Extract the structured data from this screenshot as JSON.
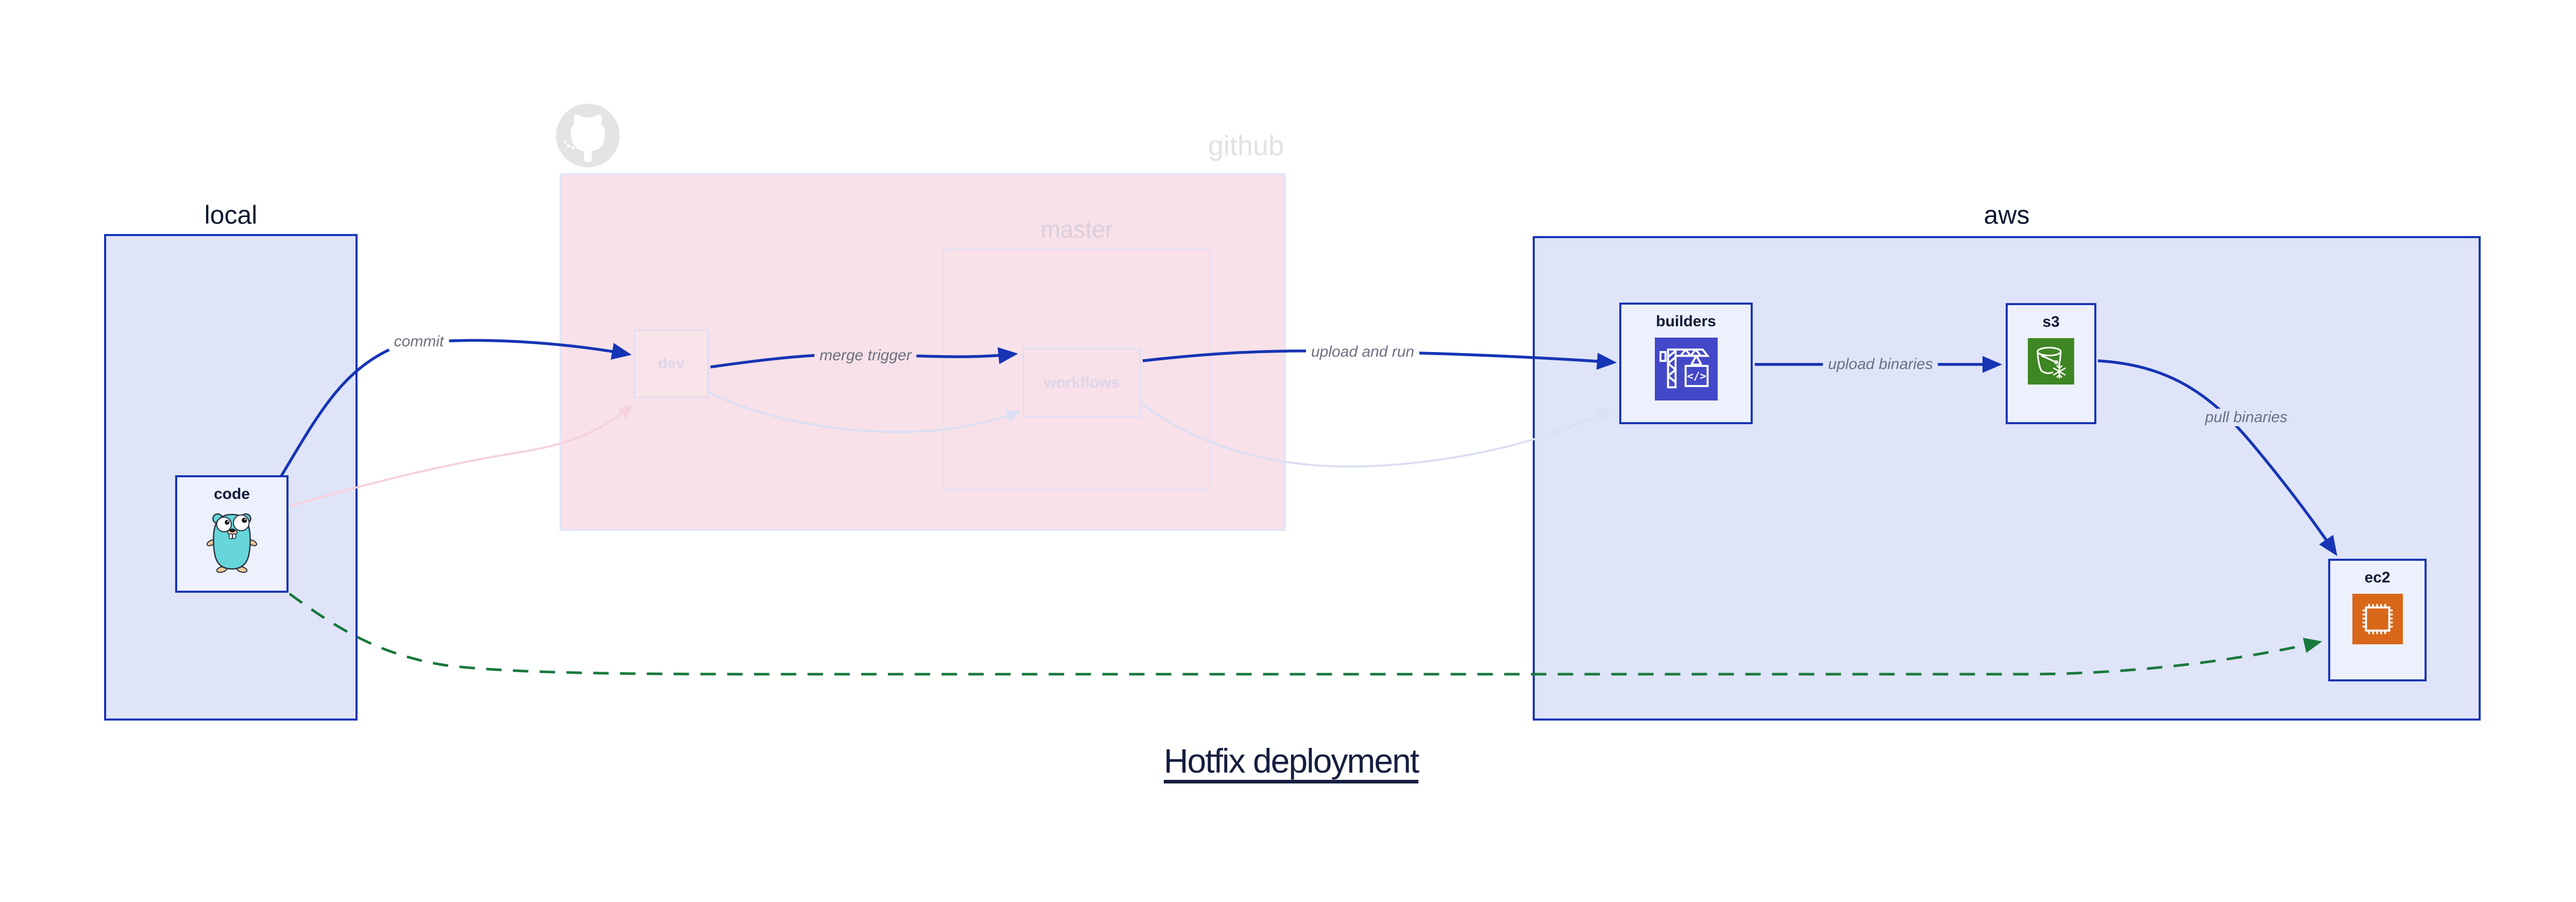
{
  "title": "Hotfix deployment",
  "groups": {
    "local": {
      "label": "local"
    },
    "github": {
      "label": "github"
    },
    "master": {
      "label": "master"
    },
    "aws": {
      "label": "aws"
    }
  },
  "nodes": {
    "code": {
      "label": "code",
      "icon": "go-gopher-icon"
    },
    "dev": {
      "label": "dev"
    },
    "workflows": {
      "label": "workflows"
    },
    "builders": {
      "label": "builders",
      "icon": "codebuild-crane-icon"
    },
    "s3": {
      "label": "s3",
      "icon": "s3-bucket-snowflake-icon"
    },
    "ec2": {
      "label": "ec2",
      "icon": "ec2-chip-icon"
    }
  },
  "edges": [
    {
      "from": "code",
      "to": "dev",
      "label": "commit",
      "style": "solid-blue"
    },
    {
      "from": "dev",
      "to": "workflows",
      "label": "merge trigger",
      "style": "solid-blue"
    },
    {
      "from": "workflows",
      "to": "builders",
      "label": "upload and run",
      "style": "solid-blue"
    },
    {
      "from": "builders",
      "to": "s3",
      "label": "upload binaries",
      "style": "solid-blue"
    },
    {
      "from": "s3",
      "to": "ec2",
      "label": "pull binaries",
      "style": "solid-blue"
    },
    {
      "from": "code",
      "to": "dev",
      "label": "",
      "style": "faded-pink"
    },
    {
      "from": "dev",
      "to": "workflows",
      "label": "",
      "style": "faded-lavender"
    },
    {
      "from": "workflows",
      "to": "builders",
      "label": "",
      "style": "faded-lavender"
    },
    {
      "from": "code",
      "to": "ec2",
      "label": "",
      "style": "dashed-green"
    }
  ],
  "icons": {
    "github_logo": "github-octocat-logo-icon"
  },
  "colors": {
    "accent_blue": "#1634b5",
    "green_dashed": "#17793c",
    "faded_pink_edge": "#f5d2dc",
    "faded_lavender_edge": "#dadff4",
    "local_aws_fill": "#dfe4f8",
    "github_fill": "#f8e1e8",
    "node_fill": "#edf1fd",
    "codebuild_icon_bg": "#4348c8",
    "s3_icon_bg": "#3f8624",
    "ec2_icon_bg": "#d9671a",
    "gopher_teal": "#66d6da",
    "edge_label_text": "#6b7080",
    "dark_text": "#0d1631"
  }
}
